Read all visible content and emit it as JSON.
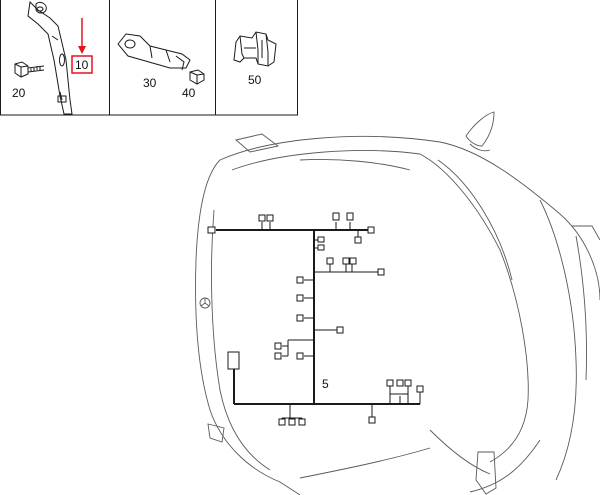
{
  "parts": [
    {
      "number": "10",
      "highlighted": true
    },
    {
      "number": "20"
    },
    {
      "number": "30"
    },
    {
      "number": "40"
    },
    {
      "number": "50"
    }
  ],
  "harness_label": "5",
  "colors": {
    "highlight": "#e0141e",
    "line": "#1a1a1a",
    "outline": "#5a5a5a",
    "background": "#ffffff"
  }
}
